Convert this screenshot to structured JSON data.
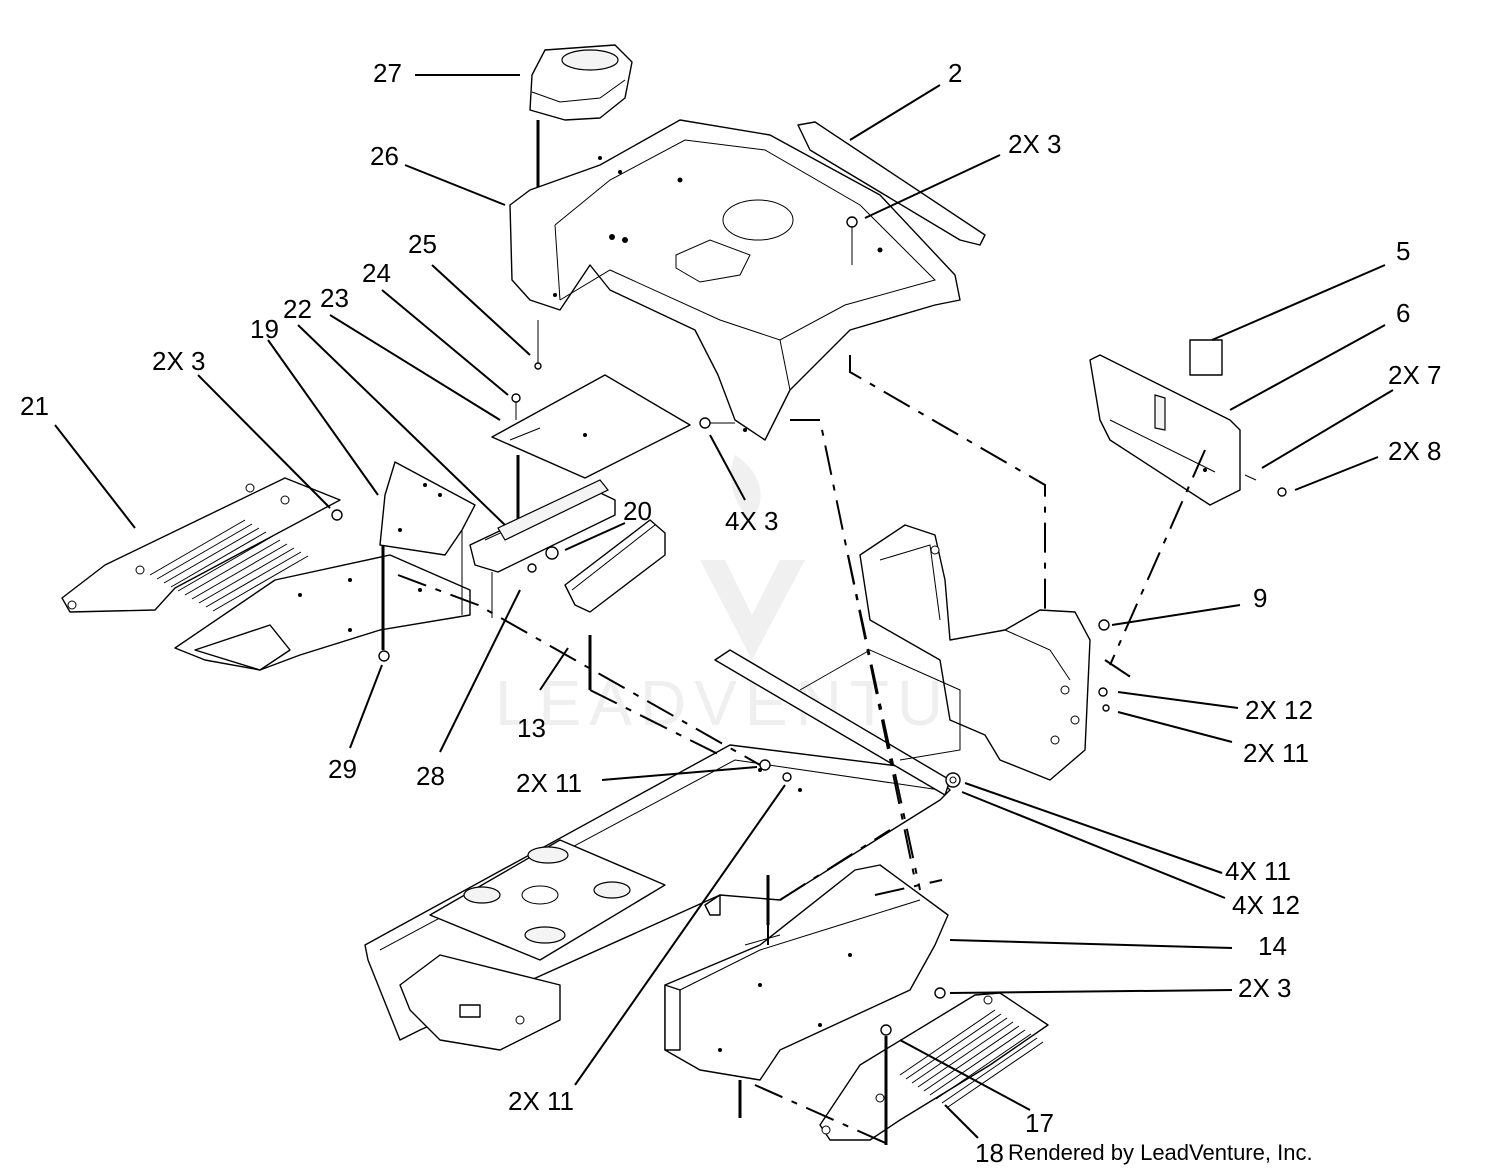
{
  "diagram": {
    "callouts": [
      {
        "id": "c27",
        "text": "27"
      },
      {
        "id": "c2",
        "text": "2"
      },
      {
        "id": "c26",
        "text": "26"
      },
      {
        "id": "c2x3a",
        "text": "2X 3"
      },
      {
        "id": "c25",
        "text": "25"
      },
      {
        "id": "c24",
        "text": "24"
      },
      {
        "id": "c23",
        "text": "23"
      },
      {
        "id": "c22",
        "text": "22"
      },
      {
        "id": "c19",
        "text": "19"
      },
      {
        "id": "c2x3b",
        "text": "2X 3"
      },
      {
        "id": "c21",
        "text": "21"
      },
      {
        "id": "c5",
        "text": "5"
      },
      {
        "id": "c6",
        "text": "6"
      },
      {
        "id": "c2x7",
        "text": "2X 7"
      },
      {
        "id": "c2x8",
        "text": "2X 8"
      },
      {
        "id": "c20",
        "text": "20"
      },
      {
        "id": "c4x3",
        "text": "4X 3"
      },
      {
        "id": "c9",
        "text": "9"
      },
      {
        "id": "c2x12",
        "text": "2X 12"
      },
      {
        "id": "c2x11a",
        "text": "2X 11"
      },
      {
        "id": "c13",
        "text": "13"
      },
      {
        "id": "c29",
        "text": "29"
      },
      {
        "id": "c28",
        "text": "28"
      },
      {
        "id": "c2x11b",
        "text": "2X 11"
      },
      {
        "id": "c4x11",
        "text": "4X 11"
      },
      {
        "id": "c4x12",
        "text": "4X 12"
      },
      {
        "id": "c14",
        "text": "14"
      },
      {
        "id": "c2x3c",
        "text": "2X 3"
      },
      {
        "id": "c2x11c",
        "text": "2X 11"
      },
      {
        "id": "c17",
        "text": "17"
      },
      {
        "id": "c18",
        "text": "18"
      }
    ],
    "footer": "Rendered by LeadVenture, Inc.",
    "watermark": "LEADVENTURE"
  }
}
